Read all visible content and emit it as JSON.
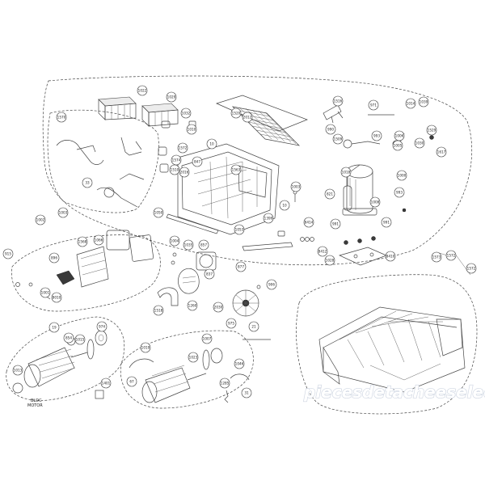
{
  "callouts": {
    "c1022": "1022",
    "c1029": "1029",
    "c1032": "1032",
    "c1520": "1520",
    "c2012": "2012",
    "c1516": "1516",
    "c971": "971",
    "c1014": "1014",
    "c1039": "1039",
    "c1570": "1570",
    "c1010": "1010",
    "c1572a": "1572",
    "c1574": "1574",
    "c1510": "1510",
    "c2016": "2016",
    "c847a": "847",
    "c10a": "10",
    "c1050": "1050",
    "c990": "990",
    "c1509": "1509",
    "c993": "993",
    "c1006": "1006",
    "c1005": "1005",
    "c1030": "1030",
    "c1529": "1529",
    "c1617": "1617",
    "c1018": "1018",
    "c1000": "1000",
    "c33": "33",
    "c1563": "1563",
    "c821": "821",
    "c1008": "1008",
    "c1003": "1003",
    "c1002": "1002",
    "c1052": "1052",
    "c1003b": "1003",
    "c1053": "1053",
    "c10b": "10",
    "c1399": "1399",
    "c8414": "8414",
    "c991a": "991",
    "c991b": "991",
    "c993b": "993",
    "c1572b": "1572",
    "c1572c": "1572",
    "c915": "915",
    "c1066": "1066",
    "c1568": "1568",
    "c1004": "1004",
    "c1035": "1035",
    "c857": "857",
    "c8412": "8412",
    "c1028": "1028",
    "c8410": "8410",
    "c1573": "1573",
    "c896": "896",
    "c1001": "1001",
    "c8010": "8010",
    "c837": "837",
    "c877": "877",
    "c1518": "1518",
    "c1260": "1260",
    "c2030": "2030",
    "c906": "906",
    "c21": "21",
    "c975": "975",
    "c19": "19",
    "c854": "854",
    "c1013": "1013",
    "c1007": "1007",
    "c1023": "1023",
    "c1285": "1285",
    "c1046": "1046",
    "c31": "31",
    "c67": "67",
    "c1401": "1401",
    "c974": "974",
    "c1015": "1015",
    "c1019": "1019"
  },
  "captions": {
    "motor_line1": "BLDC",
    "motor_line2": "MOTOR"
  },
  "watermark": "piecesdetacheeselec.com",
  "colors": {
    "line": "#444444",
    "watermark_stroke": "#cfd6e2",
    "background": "#ffffff"
  }
}
